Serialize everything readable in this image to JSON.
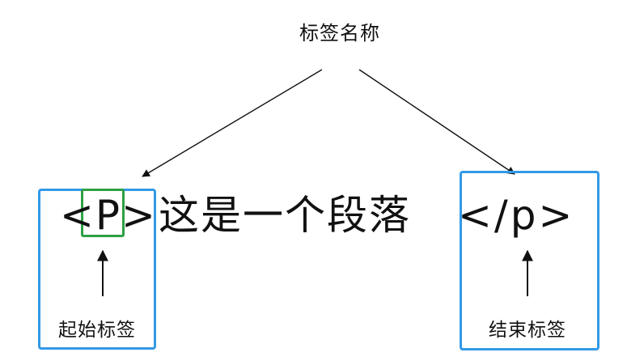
{
  "diagram": {
    "title": "标签名称",
    "example": {
      "open_tag": "<P>",
      "content": "这是一个段落",
      "close_tag": "</p>"
    },
    "labels": {
      "open_tag": "起始标签",
      "close_tag": "结束标签"
    },
    "colors": {
      "box_border": "#3399e6",
      "tag_name_highlight": "#2ea043",
      "arrow": "#111111",
      "text": "#111111",
      "background": "#ffffff"
    }
  }
}
